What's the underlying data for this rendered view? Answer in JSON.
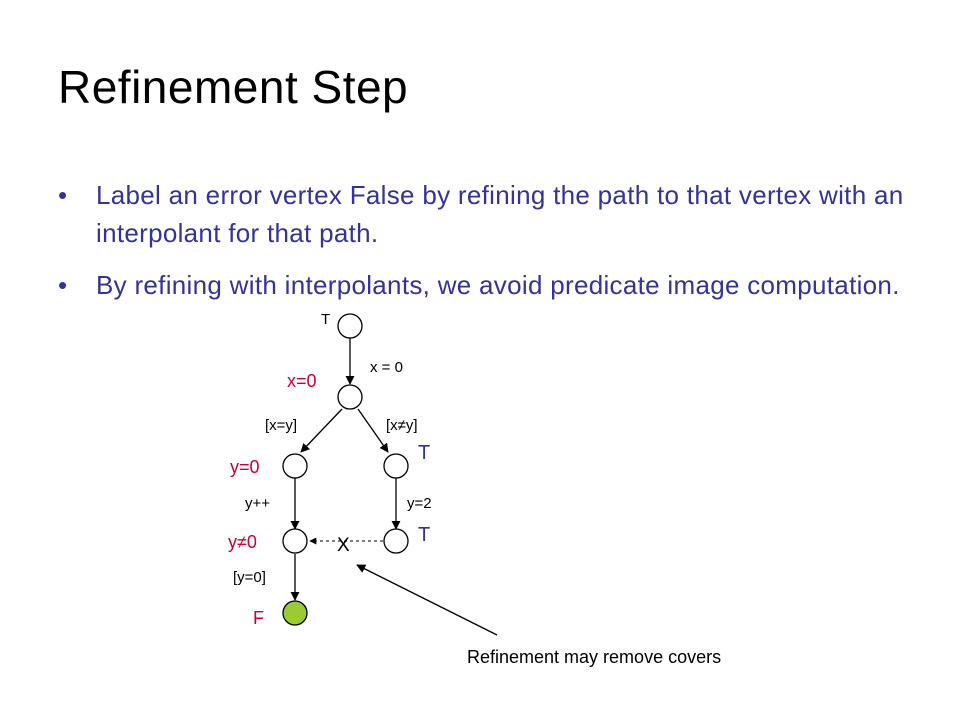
{
  "slide": {
    "title": "Refinement Step",
    "bullets": [
      "Label an error vertex False by refining the path to that vertex with an interpolant for that path.",
      "By refining with interpolants, we avoid predicate image computation."
    ]
  },
  "diagram": {
    "root_label": "T",
    "edge_x0": "x = 0",
    "label_x0": "x=0",
    "edge_xeqy": "[x=y]",
    "edge_xneqy": "[x≠y]",
    "label_right_T": "T",
    "label_y0": "y=0",
    "edge_ypp": "y++",
    "edge_y2": "y=2",
    "label_bottom_right_T": "T",
    "label_yneq0": "y≠0",
    "cover_mark": "X",
    "edge_y0_guard": "[y=0]",
    "error_label": "F",
    "callout": "Refinement may remove covers",
    "colors": {
      "error_vertex_fill": "#99cc33",
      "vertex_label": "#cc0033",
      "true_label": "#333399",
      "bullet_text": "#333399"
    }
  }
}
